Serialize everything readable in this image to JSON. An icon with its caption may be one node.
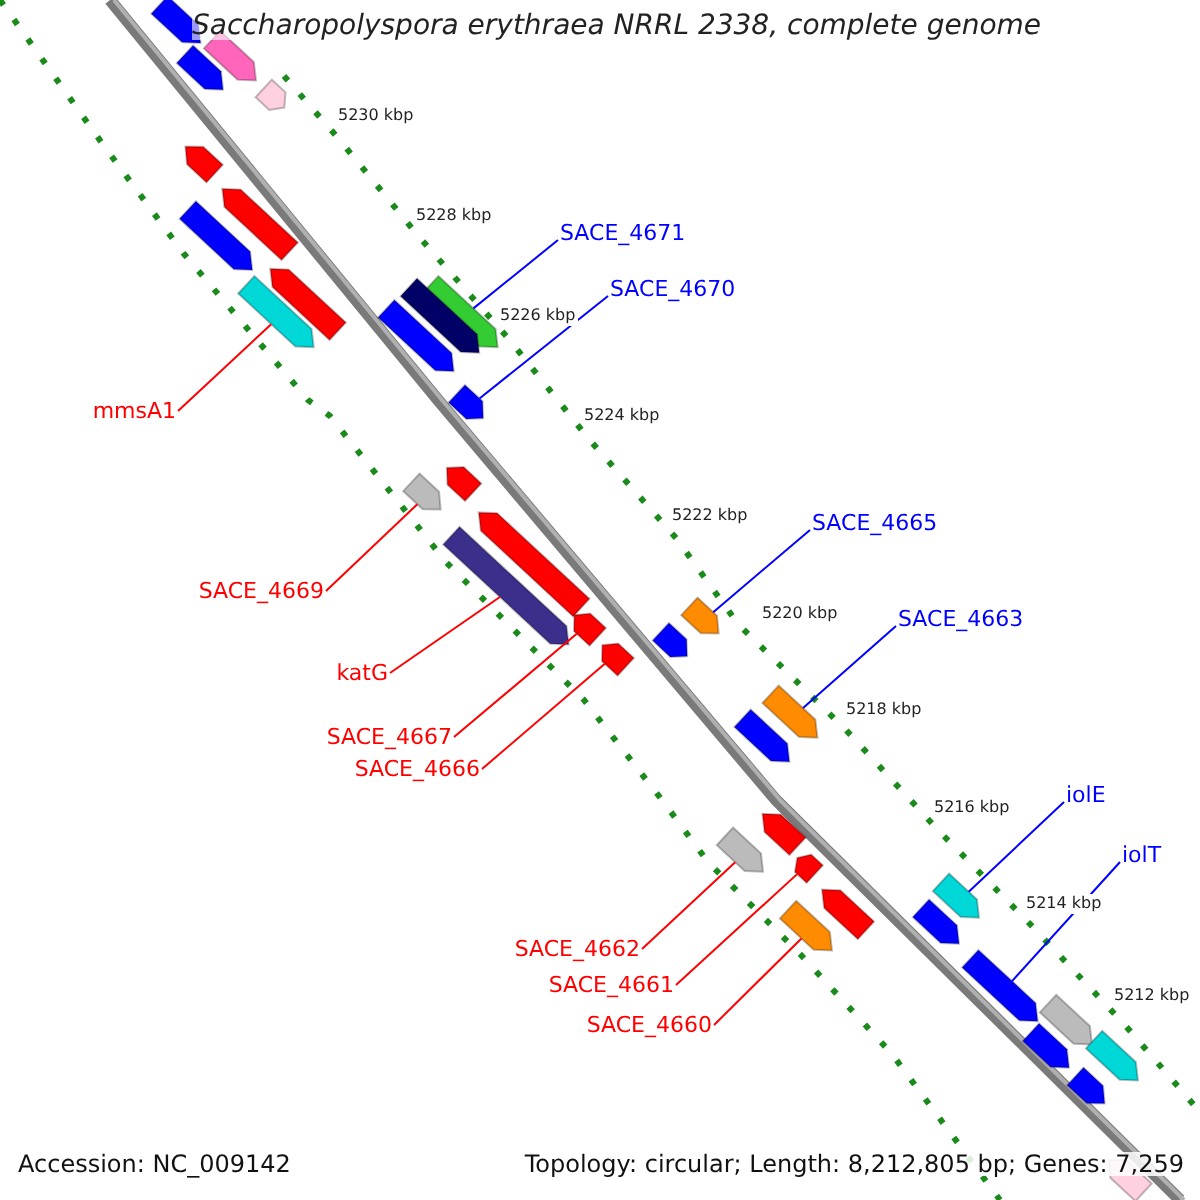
{
  "diagram": {
    "title": "Saccharopolyspora erythraea NRRL 2338, complete genome",
    "nodes": [
      {
        "text": [
          "SACE_4671"
        ]
      },
      {
        "text": [
          "SACE_4670"
        ]
      },
      {
        "text": [
          "mmsA1"
        ]
      },
      {
        "text": [
          "SACE_4665"
        ]
      },
      {
        "text": [
          "SACE_4669"
        ]
      },
      {
        "text": [
          "SACE_4663"
        ]
      },
      {
        "text": [
          "katG"
        ]
      },
      {
        "text": [
          "SACE_4667"
        ]
      },
      {
        "text": [
          "SACE_4666"
        ]
      },
      {
        "text": [
          "iolE"
        ]
      },
      {
        "text": [
          "iolT"
        ]
      },
      {
        "text": [
          "SACE_4662"
        ]
      },
      {
        "text": [
          "SACE_4661"
        ]
      },
      {
        "text": [
          "SACE_4660"
        ]
      },
      {
        "text": [],
        "shape": "arrow"
      },
      {
        "text": [],
        "shape": "arrow"
      },
      {
        "text": [],
        "shape": "arrow"
      },
      {
        "text": [],
        "shape": "arrow"
      },
      {
        "text": [],
        "shape": "arrow"
      },
      {
        "text": [],
        "shape": "arrow"
      },
      {
        "text": [],
        "shape": "arrow"
      },
      {
        "text": [],
        "shape": "arrow"
      },
      {
        "text": [],
        "shape": "arrow"
      },
      {
        "text": [],
        "shape": "arrow"
      },
      {
        "text": [],
        "shape": "arrow"
      },
      {
        "text": [],
        "shape": "arrow"
      },
      {
        "text": [],
        "shape": "arrow"
      },
      {
        "text": [],
        "shape": "arrow"
      },
      {
        "text": [],
        "shape": "arrow"
      },
      {
        "text": [],
        "shape": "arrow"
      },
      {
        "text": [],
        "shape": "arrow"
      },
      {
        "text": [],
        "shape": "arrow"
      },
      {
        "text": [],
        "shape": "arrow"
      },
      {
        "text": [],
        "shape": "arrow"
      },
      {
        "text": [],
        "shape": "arrow"
      },
      {
        "text": [],
        "shape": "arrow"
      },
      {
        "text": [],
        "shape": "arrow"
      },
      {
        "text": [],
        "shape": "arrow"
      },
      {
        "text": [],
        "shape": "arrow"
      },
      {
        "text": [],
        "shape": "arrow"
      },
      {
        "text": [],
        "shape": "arrow"
      },
      {
        "text": [],
        "shape": "arrow"
      },
      {
        "text": [],
        "shape": "arrow"
      },
      {
        "text": [],
        "shape": "arrow"
      },
      {
        "text": [],
        "shape": "arrow"
      },
      {
        "text": [],
        "shape": "arrow"
      },
      {
        "text": [],
        "shape": "arrow"
      },
      {
        "text": [],
        "shape": "arrow"
      },
      {
        "text": [],
        "shape": "arrow"
      },
      {
        "text": [],
        "shape": "arrow"
      }
    ],
    "edges": [
      {
        "from": 0,
        "to": 23,
        "arrow": "none",
        "color": "#0000ff"
      },
      {
        "from": 1,
        "to": 26,
        "arrow": "none",
        "color": "#0000ff"
      },
      {
        "from": 2,
        "to": 22,
        "arrow": "none"
      },
      {
        "from": 3,
        "to": 31,
        "arrow": "none",
        "color": "#0000ff"
      },
      {
        "from": 4,
        "to": 28,
        "arrow": "none"
      },
      {
        "from": 5,
        "to": 35,
        "arrow": "none",
        "color": "#0000ff"
      },
      {
        "from": 6,
        "to": 30,
        "arrow": "none"
      },
      {
        "from": 7,
        "to": 32,
        "arrow": "none"
      },
      {
        "from": 8,
        "to": 34,
        "arrow": "none"
      },
      {
        "from": 9,
        "to": 40,
        "arrow": "none",
        "color": "#0000ff"
      },
      {
        "from": 10,
        "to": 44,
        "arrow": "none",
        "color": "#0000ff"
      },
      {
        "from": 11,
        "to": 38,
        "arrow": "none"
      },
      {
        "from": 12,
        "to": 39,
        "arrow": "none"
      },
      {
        "from": 13,
        "to": 43,
        "arrow": "none"
      }
    ],
    "labels": [
      "5230 kbp",
      "5228 kbp",
      "5226 kbp",
      "5224 kbp",
      "5222 kbp",
      "5220 kbp",
      "5218 kbp",
      "5216 kbp",
      "5214 kbp",
      "5212 kbp",
      "Accession: NC_009142",
      "Topology: circular; Length: 8,212,805 bp; Genes: 7,259"
    ]
  }
}
